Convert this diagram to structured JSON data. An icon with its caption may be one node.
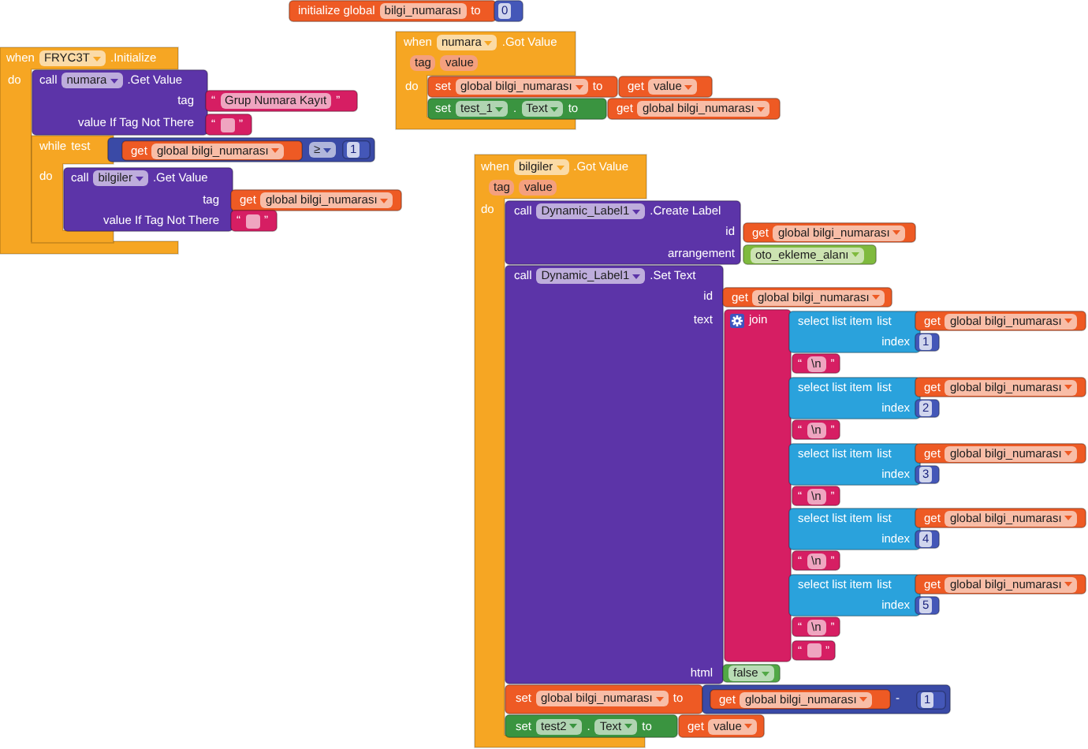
{
  "diagram": {
    "nodes": [
      {
        "text": [
          "initialize global",
          "bilgi_numarası",
          "to"
        ]
      },
      {
        "text": [
          "0"
        ]
      },
      {
        "text": [
          "when",
          "FRYC3T",
          ".Initialize",
          "do"
        ]
      },
      {
        "text": [
          "call",
          "numara",
          ".Get Value",
          "tag",
          "value If Tag Not There"
        ]
      },
      {
        "text": [
          "“",
          "Grup Numara Kayıt",
          "”"
        ]
      },
      {
        "text": [
          "“",
          "”"
        ]
      },
      {
        "text": [
          "while",
          "test",
          "do"
        ]
      },
      {
        "text": [
          "≥"
        ]
      },
      {
        "text": [
          "get",
          "global bilgi_numarası"
        ],
        "in": 7
      },
      {
        "text": [
          "1"
        ],
        "in": 7
      },
      {
        "text": [
          "call",
          "bilgiler",
          ".Get Value",
          "tag",
          "value If Tag Not There"
        ]
      },
      {
        "text": [
          "get",
          "global bilgi_numarası"
        ]
      },
      {
        "text": [
          "“",
          "”"
        ]
      },
      {
        "text": [
          "when",
          "numara",
          ".Got Value",
          "tag",
          "value",
          "do"
        ]
      },
      {
        "text": [
          "set",
          "global bilgi_numarası",
          "to"
        ]
      },
      {
        "text": [
          "get",
          "value"
        ]
      },
      {
        "text": [
          "set",
          "test_1",
          ".",
          "Text",
          "to"
        ]
      },
      {
        "text": [
          "get",
          "global bilgi_numarası"
        ]
      },
      {
        "text": [
          "when",
          "bilgiler",
          ".Got Value",
          "tag",
          "value",
          "do"
        ]
      },
      {
        "text": [
          "call",
          "Dynamic_Label1",
          ".Create Label",
          "id",
          "arrangement"
        ]
      },
      {
        "text": [
          "get",
          "global bilgi_numarası"
        ]
      },
      {
        "text": [
          "oto_ekleme_alanı"
        ]
      },
      {
        "text": [
          "call",
          "Dynamic_Label1",
          ".Set Text",
          "id",
          "text",
          "html"
        ]
      },
      {
        "text": [
          "get",
          "global bilgi_numarası"
        ]
      },
      {
        "text": [
          "join"
        ]
      },
      {
        "text": [
          "select list item",
          "list",
          "index"
        ]
      },
      {
        "text": [
          "get",
          "global bilgi_numarası"
        ]
      },
      {
        "text": [
          "1"
        ]
      },
      {
        "text": [
          "“",
          "\\n",
          "”"
        ]
      },
      {
        "text": [
          "select list item",
          "list",
          "index"
        ]
      },
      {
        "text": [
          "get",
          "global bilgi_numarası"
        ]
      },
      {
        "text": [
          "2"
        ]
      },
      {
        "text": [
          "“",
          "\\n",
          "”"
        ]
      },
      {
        "text": [
          "select list item",
          "list",
          "index"
        ]
      },
      {
        "text": [
          "get",
          "global bilgi_numarası"
        ]
      },
      {
        "text": [
          "3"
        ]
      },
      {
        "text": [
          "“",
          "\\n",
          "”"
        ]
      },
      {
        "text": [
          "select list item",
          "list",
          "index"
        ]
      },
      {
        "text": [
          "get",
          "global bilgi_numarası"
        ]
      },
      {
        "text": [
          "4"
        ]
      },
      {
        "text": [
          "“",
          "\\n",
          "”"
        ]
      },
      {
        "text": [
          "select list item",
          "list",
          "index"
        ]
      },
      {
        "text": [
          "get",
          "global bilgi_numarası"
        ]
      },
      {
        "text": [
          "5"
        ]
      },
      {
        "text": [
          "“",
          "\\n",
          "”"
        ]
      },
      {
        "text": [
          "“",
          "”"
        ]
      },
      {
        "text": [
          "false"
        ]
      },
      {
        "text": [
          "set",
          "global bilgi_numarası",
          "to"
        ]
      },
      {
        "text": [
          "-"
        ]
      },
      {
        "text": [
          "get",
          "global bilgi_numarası"
        ],
        "in": 48
      },
      {
        "text": [
          "1"
        ],
        "in": 48
      },
      {
        "text": [
          "set",
          "test2",
          ".",
          "Text",
          "to"
        ]
      },
      {
        "text": [
          "get",
          "value"
        ]
      }
    ]
  }
}
